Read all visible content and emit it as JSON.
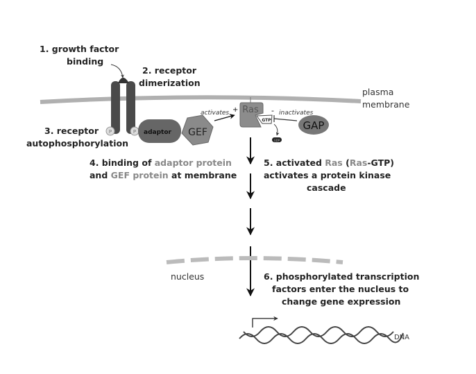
{
  "colors": {
    "membrane": "#b0b0b0",
    "receptor": "#4a4a4a",
    "adaptor": "#666666",
    "gef": "#8a8a8a",
    "ras": "#8c8c8c",
    "gap": "#777777",
    "highlight_text": "#888888"
  },
  "steps": {
    "s1": [
      "1.  growth factor",
      "binding"
    ],
    "s2": [
      "2.  receptor",
      "dimerization"
    ],
    "s3": [
      "3.  receptor",
      "autophosphorylation"
    ],
    "s4": {
      "l1_a": "4.  binding of ",
      "l1_b": "adaptor protein",
      "l2_a": "and ",
      "l2_b": "GEF protein",
      "l2_c": " at membrane"
    },
    "s5": {
      "l1_a": "5.  activated ",
      "l1_b": "Ras",
      "l1_c": " (",
      "l1_d": "Ras",
      "l1_e": "-GTP)",
      "l2": "activates a protein kinase",
      "l3": "cascade"
    },
    "s6": [
      "6.  phosphorylated transcription",
      "factors enter the nucleus to",
      "change gene expression"
    ]
  },
  "labels": {
    "plasma_membrane": [
      "plasma",
      "membrane"
    ],
    "nucleus": "nucleus",
    "dna": "DNA",
    "adaptor": "adaptor",
    "gef": "GEF",
    "ras": "Ras",
    "gtp": "GTP",
    "gdp": "GDP",
    "gap": "GAP",
    "p": "P",
    "activates": "activates",
    "inactivates": "inactivates",
    "plus": "+",
    "minus": "-"
  }
}
